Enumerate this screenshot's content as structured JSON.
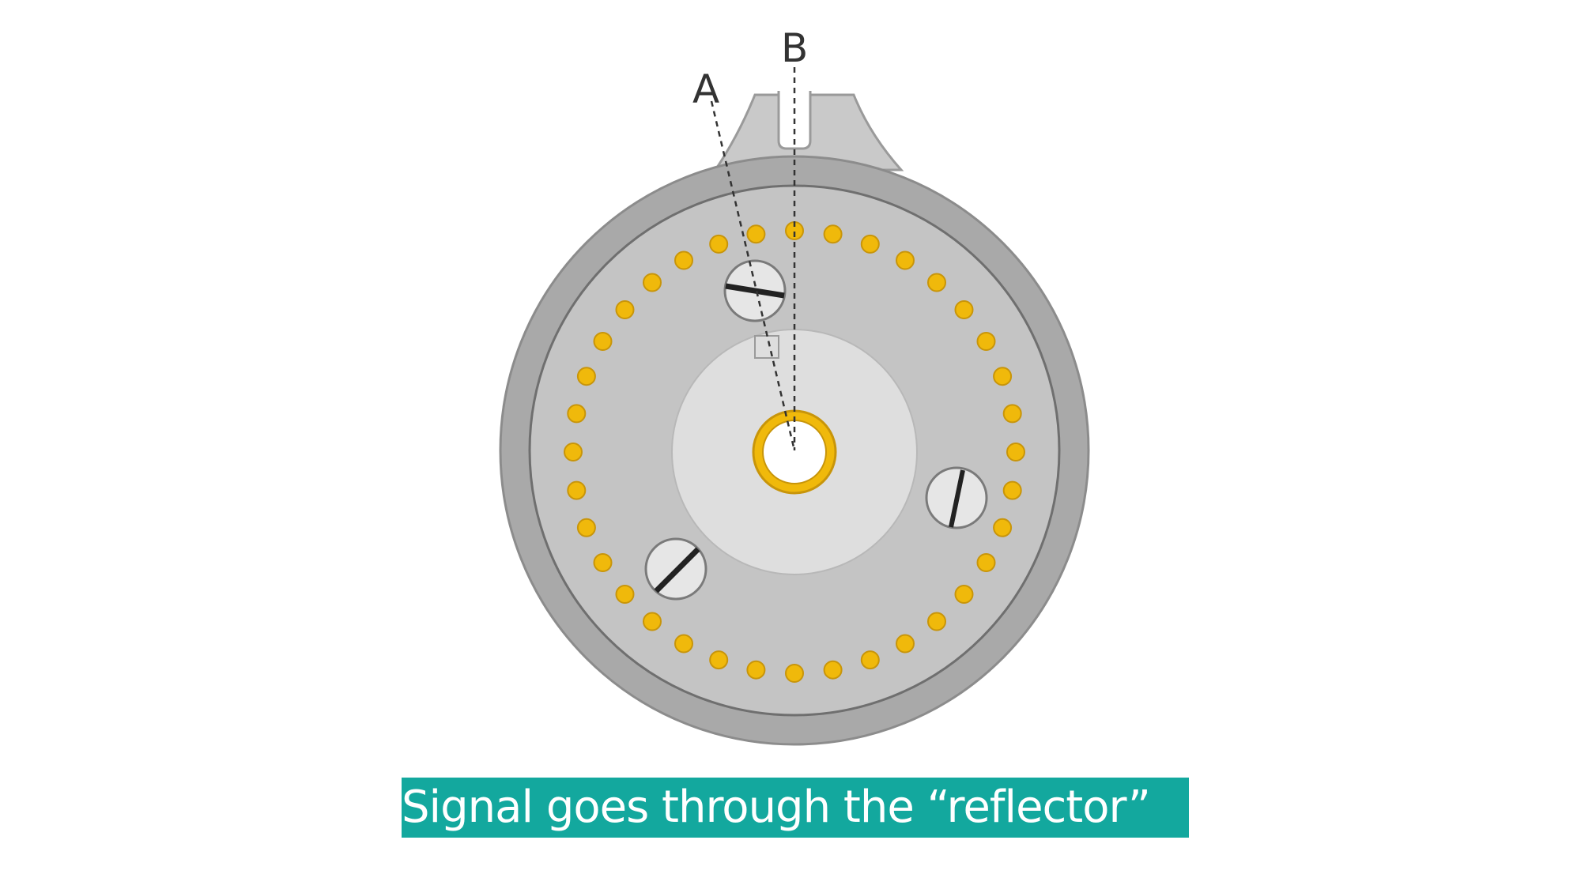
{
  "diagram": {
    "label_a": "A",
    "label_b": "B",
    "contact_count": 36,
    "colors": {
      "disc_outer": "#a9a9a9",
      "disc_face": "#c4c4c4",
      "hub": "#dedede",
      "contact": "#f0b90b",
      "contact_edge": "#c8950a",
      "caption_bg": "#13a89e"
    }
  },
  "caption": {
    "text": "Signal goes through the “reflector”"
  }
}
